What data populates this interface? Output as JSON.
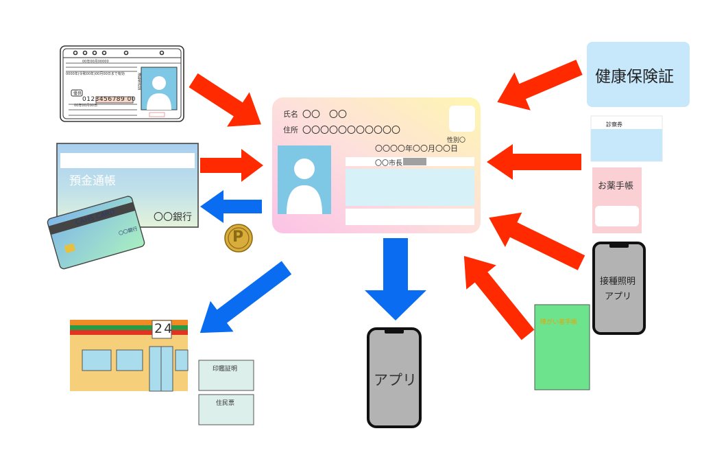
{
  "colors": {
    "arrow_in": "#ff2a00",
    "arrow_out": "#0a6cf0",
    "card_grad_a": "#fbc8e4",
    "card_grad_b": "#fff3b8",
    "photo_bg": "#7ec8e6",
    "insurance_bg": "#c7e7fb",
    "notebook_bg": "#fbd0d4",
    "phone_screen": "#b3b3b3",
    "disability_book": "#6ee38e",
    "disability_text": "#e8a400",
    "coin": "#d4a93a"
  },
  "mynumber_card": {
    "name_label": "氏名",
    "name_value": "〇〇　〇〇",
    "address_label": "住所",
    "address_value": "〇〇〇〇〇〇〇〇〇〇〇",
    "sex_label": "性別〇",
    "birthdate": "〇〇〇〇年〇〇月〇〇日",
    "issuer": "〇〇市長"
  },
  "license": {
    "number": "0123456789 00",
    "expiry": "0000年(令和00年)00月00日まで有効",
    "tag": "優良",
    "vertical_label": "運転免許証",
    "license_row": "00年00月00日",
    "misc": "00年00月00000"
  },
  "bankbook": {
    "title": "預金通帳",
    "bank": "〇〇銀行",
    "card_label": "CAHS CARD",
    "card_bank": "〇〇銀行"
  },
  "coin": {
    "symbol": "P"
  },
  "right_items": {
    "insurance": "健康保険証",
    "exam_ticket": "診察券",
    "medicine_book": "お薬手帳",
    "vaccine_app": [
      "接種照明",
      "アプリ"
    ],
    "disability": "障がい者手帳"
  },
  "bottom": {
    "app_phone": "アプリ",
    "store_sign": "24",
    "doc1": "印鑑証明",
    "doc2": "住民票"
  }
}
